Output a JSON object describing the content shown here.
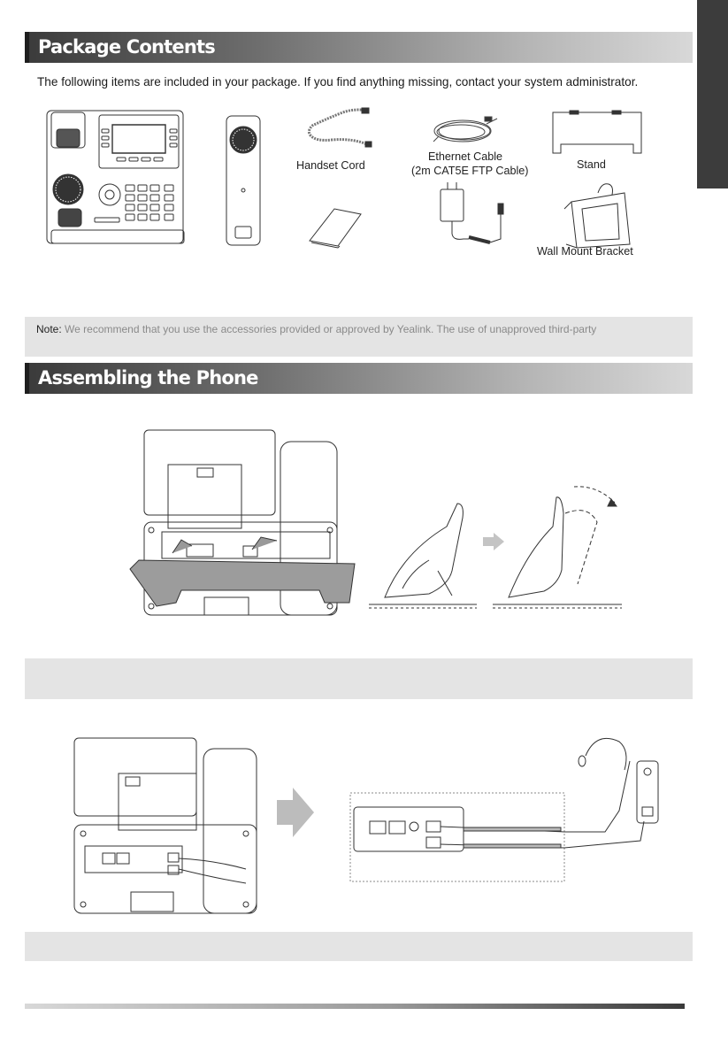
{
  "package_contents": {
    "title": "Package Contents",
    "intro": "The following items are included in your package. If you find anything missing, contact your system administrator.",
    "items": {
      "handset_cord": "Handset Cord",
      "ethernet_cable_line1": "Ethernet Cable",
      "ethernet_cable_line2": "(2m CAT5E FTP Cable)",
      "stand": "Stand",
      "wall_mount_bracket": "Wall Mount Bracket"
    }
  },
  "note": {
    "label": "Note:",
    "text": "We recommend that you use the accessories provided or approved by Yealink. The use of unapproved third-party"
  },
  "assembling": {
    "title": "Assembling the Phone"
  },
  "colors": {
    "section_bar_dark": "#3a3a3a",
    "note_background": "#e4e4e4",
    "note_text": "#8a8a8a",
    "side_tab": "#3c3c3c"
  }
}
